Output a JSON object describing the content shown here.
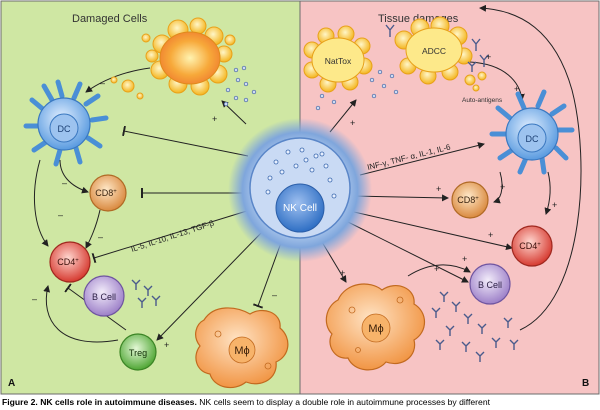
{
  "panels": {
    "left_title": "Damaged Cells",
    "right_title": "Tissue damages",
    "left_letter": "A",
    "right_letter": "B"
  },
  "cells": {
    "nk": "NK Cell",
    "dc_left": "DC",
    "dc_right": "DC",
    "cd8_left_main": "CD8",
    "cd8_right_main": "CD8",
    "cd4_left_main": "CD4",
    "cd4_right_main": "CD4",
    "plus_sup": "+",
    "bcell_left": "B Cell",
    "bcell_right": "B Cell",
    "treg": "Treg",
    "mphi_left": "Mϕ",
    "mphi_right": "Mϕ",
    "nattox": "NatTox",
    "adcc": "ADCC",
    "autoantigens": "Auto-antigens"
  },
  "labels": {
    "left_cytokines": "IL-5, IL-10, IL-13, TGF-β",
    "right_cytokines": "INF-γ, TNF- α, IL-1, IL-6"
  },
  "signs": {
    "plus": "+",
    "minus": "–"
  },
  "caption": {
    "bold": "Figure 2. NK cells role in autoimmune diseases.",
    "text": " NK cells seem to display a double role in autoimmune processes by different"
  },
  "colors": {
    "left_bg": "#cfe7a3",
    "right_bg": "#f7c4c4",
    "dc": "#4a8fd6",
    "cd8": "#e8a45a",
    "cd4": "#e2574c",
    "bcell": "#b9a2d6",
    "treg": "#6cc04a",
    "macrophage": "#f5a95a",
    "damaged": "#f7c531",
    "antibody": "#4a5b8c"
  }
}
